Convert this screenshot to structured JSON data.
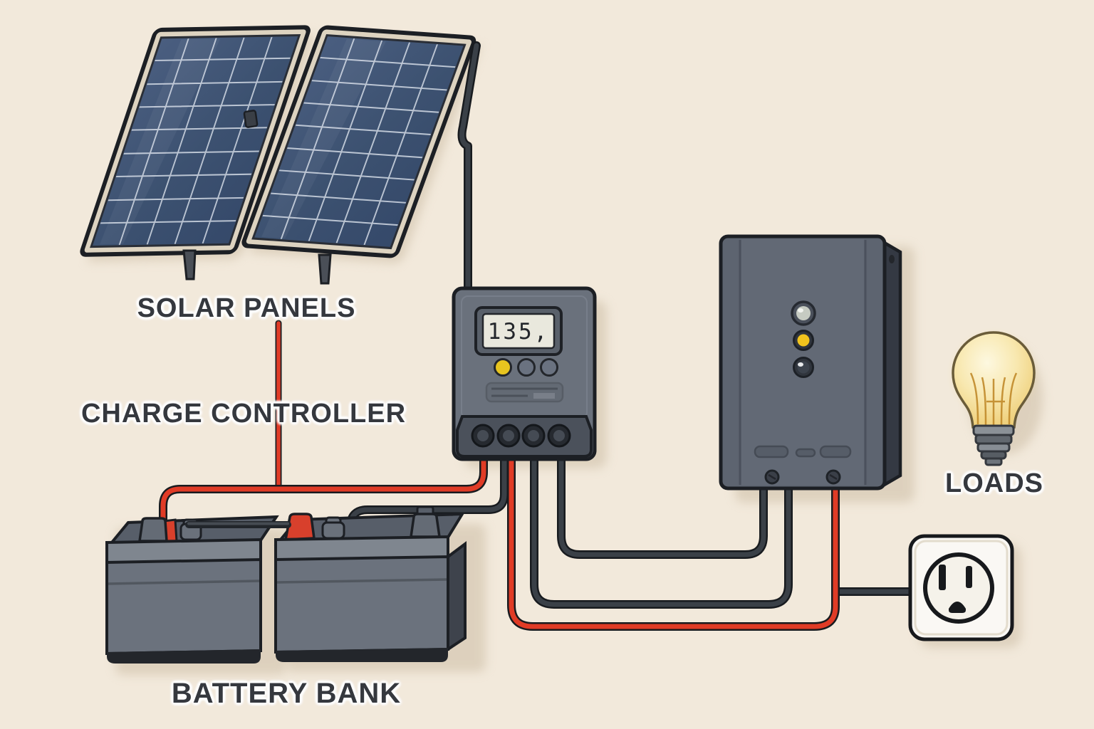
{
  "labels": {
    "solar_panels": "SOLAR PANELS",
    "charge_controller": "CHARGE CONTROLLER",
    "battery_bank": "BATTERY BANK",
    "loads": "LOADS"
  },
  "charge_controller": {
    "display_value": "135,",
    "button_count": 3,
    "terminal_count": 4
  },
  "system": {
    "solar_panel_count": 2,
    "battery_count": 2,
    "inverter_led_count": 3
  },
  "colors": {
    "bg": "#f2e9db",
    "wire-red": "#e03b26",
    "wire-black": "#3a4047",
    "wire-casing": "#181b1f",
    "label-text": "#35383e",
    "outline": "#1c1f24",
    "panel-cell-a": "#4a5e80",
    "panel-cell-b": "#35496a",
    "panel-frame": "#ddd3c0",
    "panel-grid": "#dfe6ee",
    "device-body": "#6a717c",
    "device-strip": "#4b515b",
    "inverter-body": "#5d6470",
    "battery-front": "#6b727d",
    "battery-top": "#575e69",
    "battery-band": "#7f868f",
    "terminal-red": "#d8402c",
    "lcd-bg": "#e9e8dd",
    "lcd-text": "#23262b",
    "led-yellow": "#f2c41d",
    "bulb-stroke": "#6a5c39",
    "outlet-face": "#faf8f4",
    "shadow": "#c9b9a0"
  }
}
